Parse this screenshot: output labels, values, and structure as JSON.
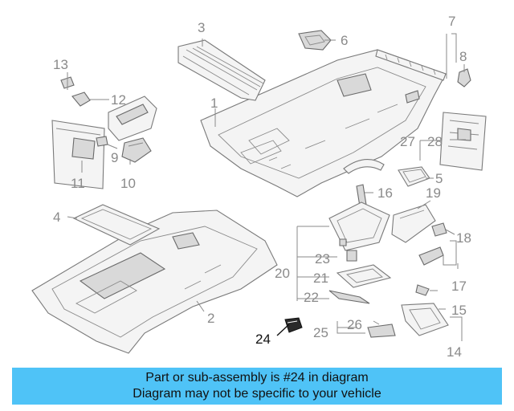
{
  "caption": {
    "line1": "Part or sub-assembly is #24 in diagram",
    "line2": "Diagram may not be specific to your vehicle"
  },
  "highlight_part": "24",
  "colors": {
    "caption_background": "#4fc3f7",
    "callout_default": "#8a8a8a",
    "callout_highlight": "#111111"
  },
  "callouts": {
    "n1": "1",
    "n2": "2",
    "n3": "3",
    "n4": "4",
    "n5": "5",
    "n6": "6",
    "n7": "7",
    "n8": "8",
    "n9": "9",
    "n10": "10",
    "n11": "11",
    "n12": "12",
    "n13": "13",
    "n14": "14",
    "n15": "15",
    "n16": "16",
    "n17": "17",
    "n18": "18",
    "n19": "19",
    "n20": "20",
    "n21": "21",
    "n22": "22",
    "n23": "23",
    "n24": "24",
    "n25": "25",
    "n26": "26",
    "n27": "27",
    "n28": "28"
  }
}
